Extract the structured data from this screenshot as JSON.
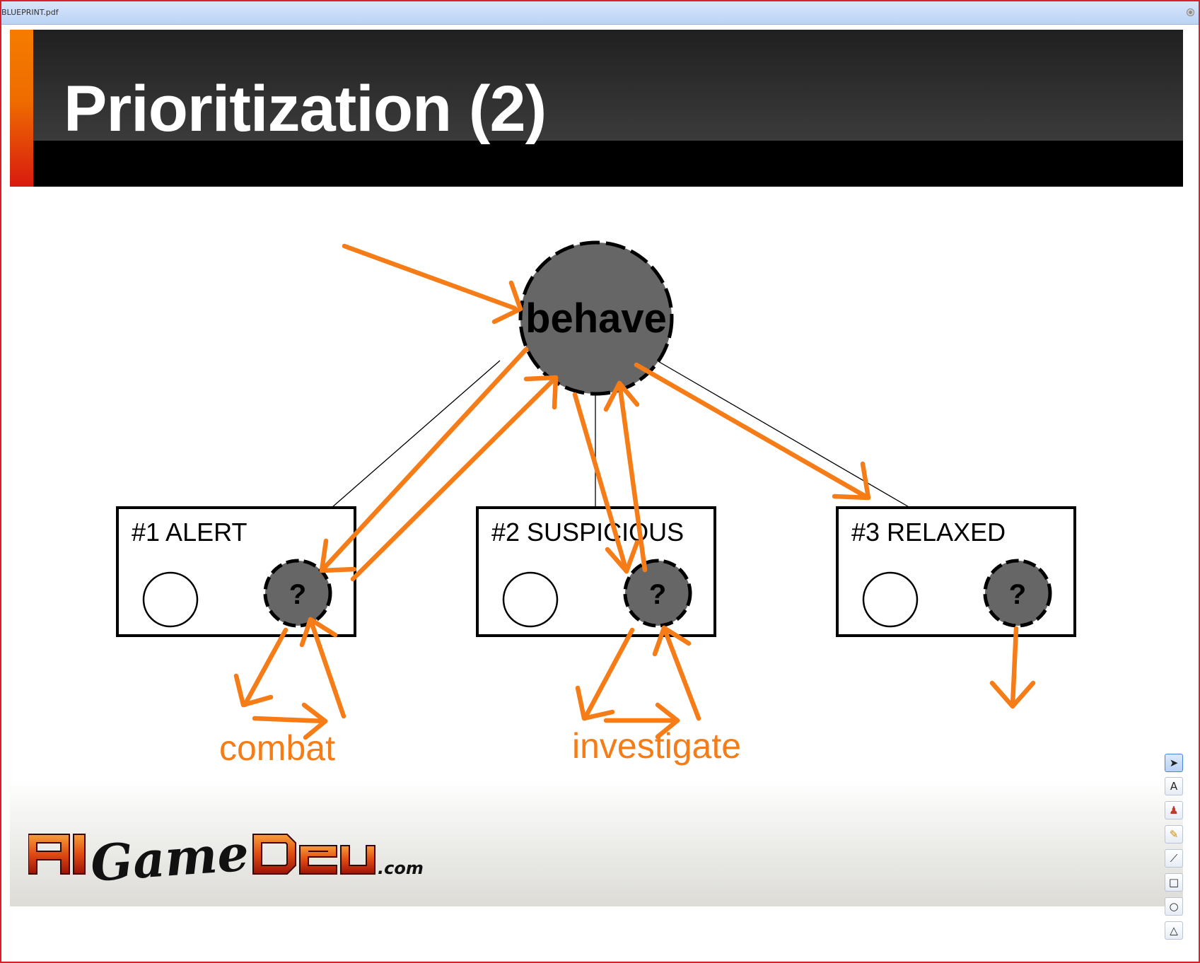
{
  "window": {
    "title": "BLUEPRINT.pdf"
  },
  "slide": {
    "title": "Prioritization (2)",
    "root_node": "behave",
    "states": [
      {
        "label": "#1 ALERT",
        "selector": "?"
      },
      {
        "label": "#2 SUSPICIOUS",
        "selector": "?"
      },
      {
        "label": "#3 RELAXED",
        "selector": "?"
      }
    ],
    "annotations": {
      "combat": "combat",
      "investigate": "investigate"
    },
    "logo": {
      "brand": "AiGameDev",
      "suffix": ".com"
    }
  },
  "colors": {
    "accent_orange": "#f57c16",
    "node_gray": "#666666",
    "frame_red": "#d6202a",
    "title_bar_blue": "#c9dcf8"
  },
  "toolbar": {
    "tools": [
      {
        "name": "select-tool",
        "glyph": "➤"
      },
      {
        "name": "text-tool",
        "glyph": "A"
      },
      {
        "name": "stamp-tool",
        "glyph": "♟"
      },
      {
        "name": "pencil-tool",
        "glyph": "✎"
      },
      {
        "name": "line-tool",
        "glyph": "⟋"
      },
      {
        "name": "rectangle-tool",
        "glyph": "□"
      },
      {
        "name": "ellipse-tool",
        "glyph": "○"
      },
      {
        "name": "polygon-tool",
        "glyph": "△"
      }
    ]
  }
}
